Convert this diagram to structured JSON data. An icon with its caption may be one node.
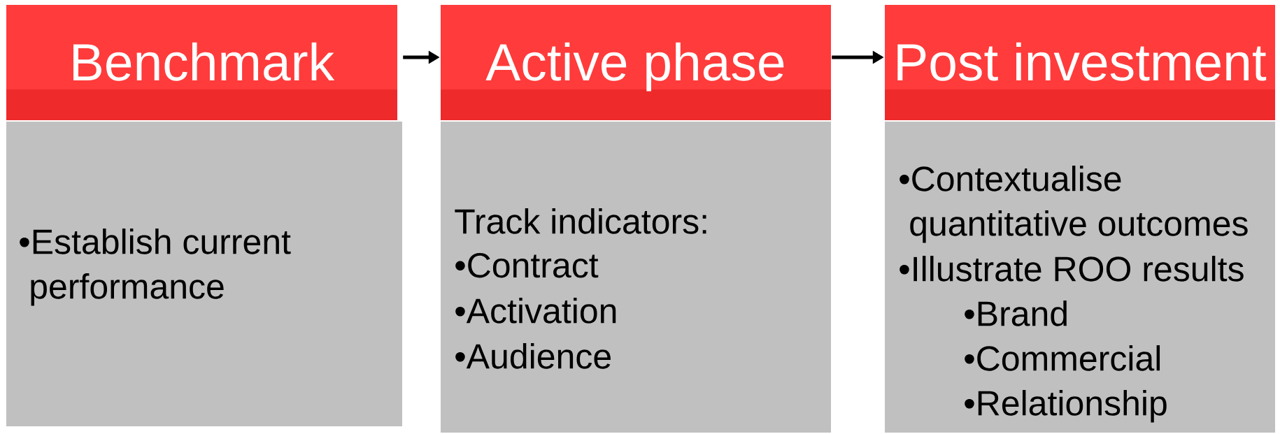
{
  "diagram": {
    "nodes": [
      {
        "text": [
          "Benchmark",
          "•Establish current performance"
        ]
      },
      {
        "text": [
          "Active phase",
          "Track indicators:",
          "•Contract",
          "•Activation",
          "•Audience"
        ]
      },
      {
        "text": [
          "Post investment",
          "•Contextualise quantitative outcomes",
          "•Illustrate ROO results",
          "•Brand",
          "•Commercial",
          "•Relationship"
        ]
      }
    ],
    "edges": [
      {
        "from": 0,
        "to": 1,
        "arrow": "to"
      },
      {
        "from": 1,
        "to": 2,
        "arrow": "to"
      }
    ]
  }
}
